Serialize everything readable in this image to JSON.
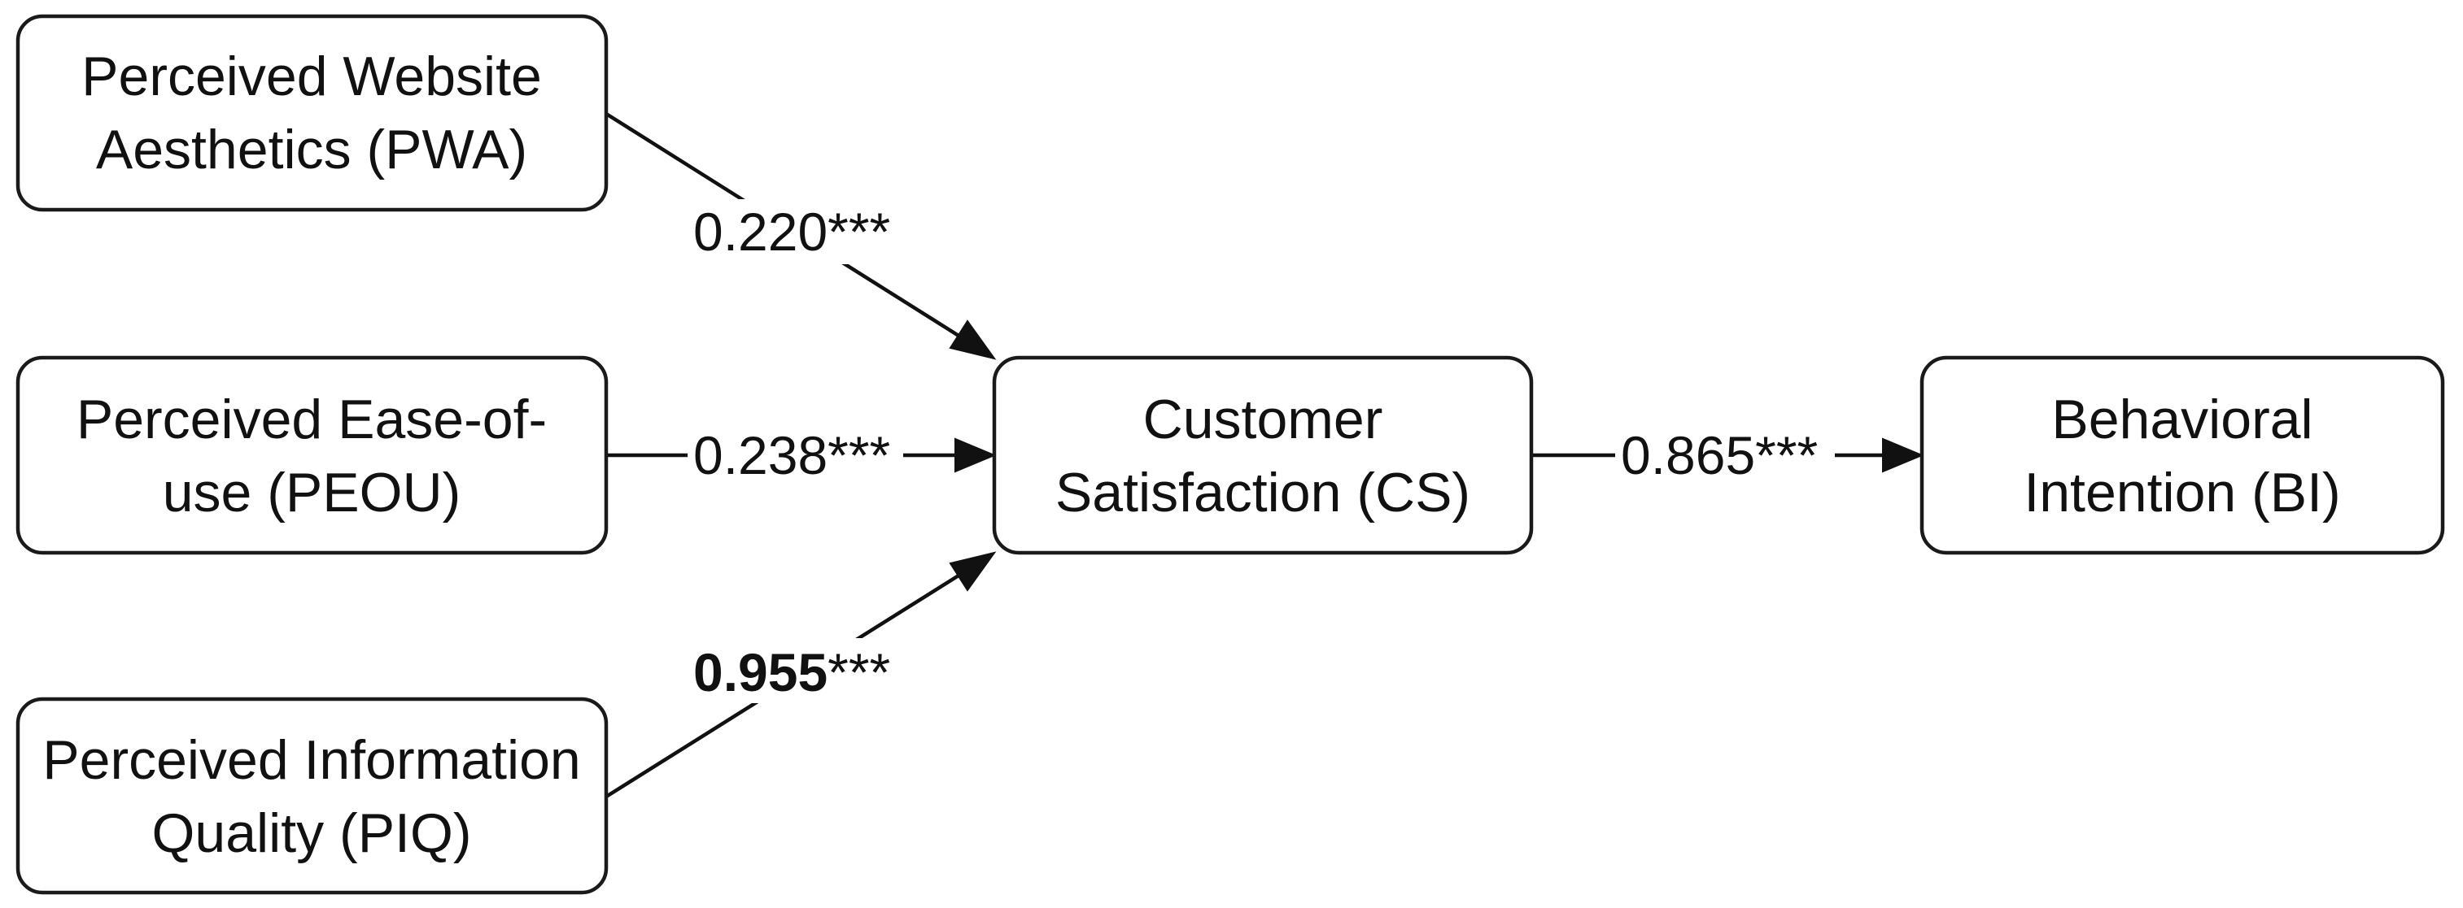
{
  "nodes": {
    "pwa": {
      "line1": "Perceived Website",
      "line2": "Aesthetics (PWA)"
    },
    "peou": {
      "line1": "Perceived Ease-of-",
      "line2": "use (PEOU)"
    },
    "piq": {
      "line1": "Perceived Information",
      "line2": "Quality (PIQ)"
    },
    "cs": {
      "line1": "Customer",
      "line2": "Satisfaction (CS)"
    },
    "bi": {
      "line1": "Behavioral",
      "line2": "Intention (BI)"
    }
  },
  "edges": {
    "pwa_cs": {
      "coef": "0.220",
      "sig": "***"
    },
    "peou_cs": {
      "coef": "0.238",
      "sig": "***"
    },
    "piq_cs": {
      "coef": "0.955",
      "sig": "***"
    },
    "cs_bi": {
      "coef": "0.865",
      "sig": "***"
    }
  }
}
